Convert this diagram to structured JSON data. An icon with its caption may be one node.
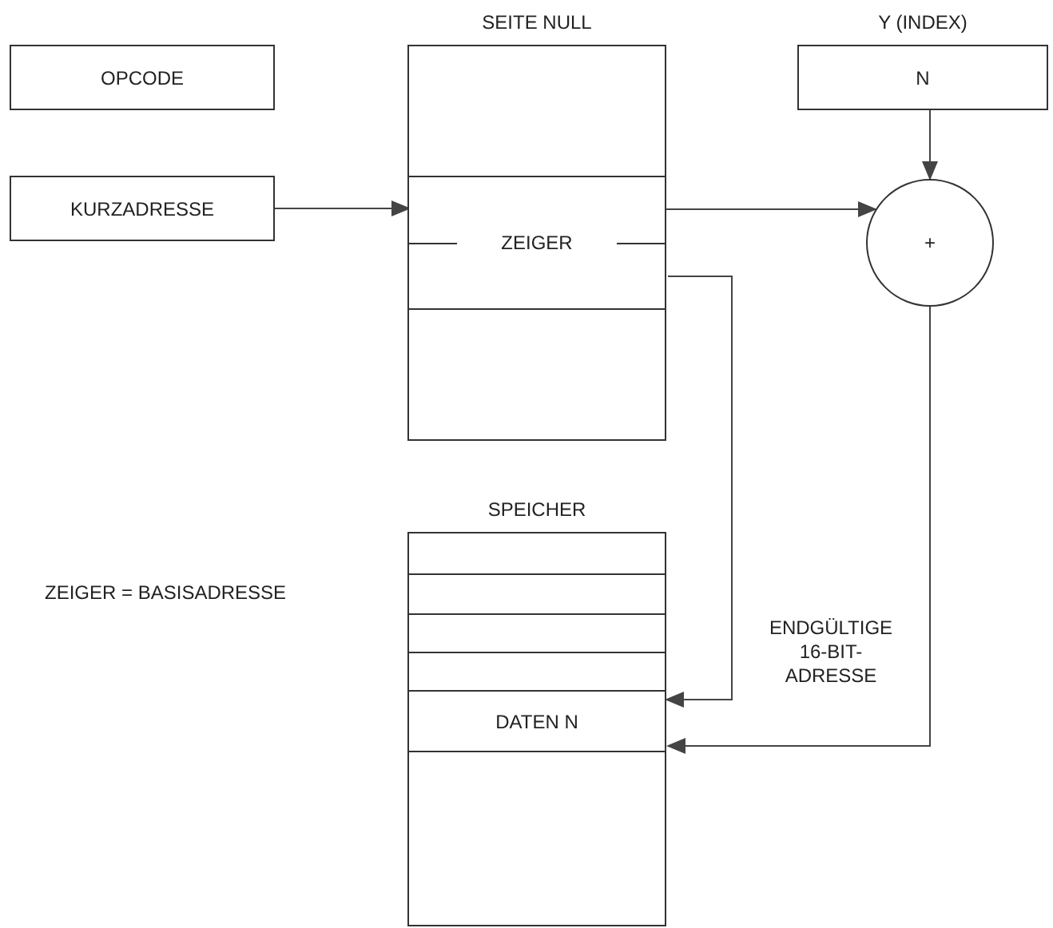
{
  "diagram": {
    "nodes": [
      {
        "text": [
          "OPCODE"
        ]
      },
      {
        "text": [
          "KURZADRESSE"
        ]
      },
      {
        "text": [
          "SEITE NULL"
        ]
      },
      {
        "text": [
          "ZEIGER"
        ],
        "in": 2
      },
      {
        "text": [
          "Y (INDEX)",
          "N"
        ]
      },
      {
        "text": [
          "+"
        ]
      },
      {
        "text": [
          "SPEICHER"
        ]
      },
      {
        "text": [
          "DATEN N"
        ],
        "in": 6
      }
    ],
    "edges": [
      {
        "from": 1,
        "to": 3,
        "arrow": "to"
      },
      {
        "from": 3,
        "to": 5,
        "arrow": "to"
      },
      {
        "from": 4,
        "to": 5,
        "arrow": "to"
      },
      {
        "from": 3,
        "to": 7,
        "arrow": "to"
      },
      {
        "from": 5,
        "to": 7,
        "arrow": "to"
      }
    ],
    "labels": [
      "ZEIGER = BASISADRESSE",
      "ENDGÜLTIGE 16-BIT-ADRESSE"
    ]
  }
}
